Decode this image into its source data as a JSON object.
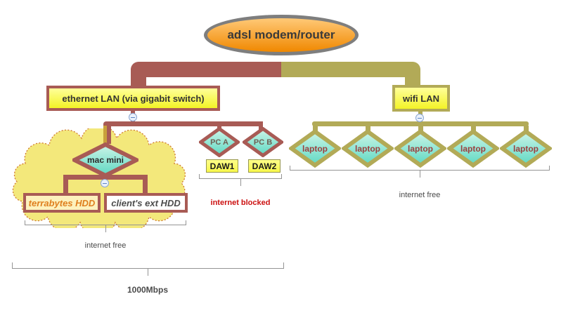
{
  "nodes": {
    "modem": "adsl modem/router",
    "ethernet_lan": "ethernet LAN (via gigabit switch)",
    "wifi_lan": "wifi LAN",
    "mac_mini": "mac mini",
    "terrabytes_hdd": "terrabytes HDD",
    "clients_ext_hdd": "client's ext HDD",
    "pc_a": "PC A",
    "pc_b": "PC B",
    "daw1": "DAW1",
    "daw2": "DAW2",
    "laptops": [
      "laptop",
      "laptop",
      "laptop",
      "laptop",
      "laptop"
    ]
  },
  "annotations": {
    "cloud_group": "internet free",
    "pc_group": "internet blocked",
    "wifi_group": "internet free",
    "bandwidth": "1000Mbps"
  },
  "icons": {
    "collapse_icon": "minus-in-circle"
  },
  "colors": {
    "ethernet_branch": "#a85b55",
    "wifi_branch": "#b2aa57",
    "yellow_node_fill": "#f8f83a",
    "teal_device_fill": "#7fe0cb",
    "modem_fill": "#f6941e",
    "modem_border": "#7e7e7e",
    "cloud_fill": "#f3e87b",
    "cloud_border": "#d07830",
    "blocked_note_color": "#cc1111",
    "note_color": "#4a4a4a"
  }
}
